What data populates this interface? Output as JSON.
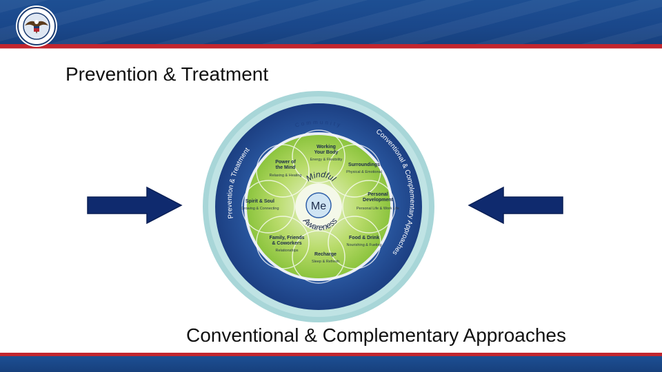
{
  "slide": {
    "title": "Prevention & Treatment",
    "caption": "Conventional & Complementary Approaches"
  },
  "diagram": {
    "outer_ring_label": "Community",
    "left_ring_label": "Prevention & Treatment",
    "right_ring_label": "Conventional & Complementary Approaches",
    "center_label": "Me",
    "inner_top_label": "Mindful",
    "inner_bottom_label": "Awareness",
    "petals": [
      {
        "title1": "Working",
        "title2": "Your Body",
        "sub": "Energy & Flexibility"
      },
      {
        "title1": "Surroundings",
        "title2": "",
        "sub": "Physical & Emotional"
      },
      {
        "title1": "Personal",
        "title2": "Development",
        "sub": "Personal Life & Work Life"
      },
      {
        "title1": "Food & Drink",
        "title2": "",
        "sub": "Nourishing & Fueling"
      },
      {
        "title1": "Recharge",
        "title2": "",
        "sub": "Sleep & Refresh"
      },
      {
        "title1": "Family, Friends",
        "title2": "& Coworkers",
        "sub": "Relationships"
      },
      {
        "title1": "Spirit & Soul",
        "title2": "",
        "sub": "Growing & Connecting"
      },
      {
        "title1": "Power of",
        "title2": "the Mind",
        "sub": "Relaxing & Healing"
      }
    ]
  },
  "colors": {
    "header_blue": "#1a478a",
    "accent_red": "#c2262e",
    "arrow_blue": "#0f2a6e",
    "outer_ring": "#9fd0d4",
    "blue_ring": "#24509a",
    "green_center": "#a9d251"
  },
  "icons": {
    "seal": "va-seal-icon",
    "left_arrow": "arrow-right-icon",
    "right_arrow": "arrow-left-icon"
  }
}
